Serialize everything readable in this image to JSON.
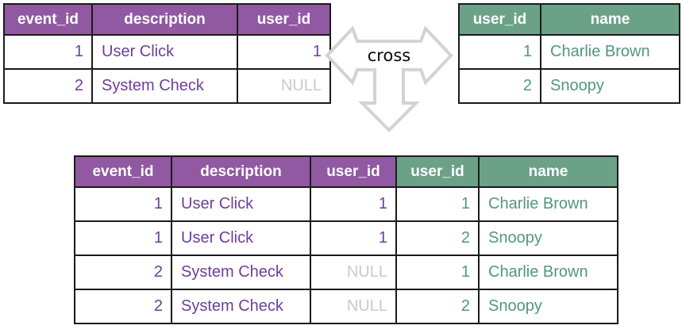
{
  "join_label": "cross",
  "colors": {
    "header_purple": "#9159a1",
    "header_green": "#6ba287",
    "text_purple": "#6c3f99",
    "text_green": "#52987b",
    "null_gray": "#c9c9c9",
    "border": "#1b1b1b",
    "arrow_outline": "#d3d3d3"
  },
  "tables": {
    "events": {
      "headers": [
        "event_id",
        "description",
        "user_id"
      ],
      "rows": [
        [
          "1",
          "User Click",
          "1"
        ],
        [
          "2",
          "System Check",
          "NULL"
        ]
      ]
    },
    "users": {
      "headers": [
        "user_id",
        "name"
      ],
      "rows": [
        [
          "1",
          "Charlie Brown"
        ],
        [
          "2",
          "Snoopy"
        ]
      ]
    },
    "result": {
      "headers": [
        "event_id",
        "description",
        "user_id",
        "user_id",
        "name"
      ],
      "rows": [
        [
          "1",
          "User Click",
          "1",
          "1",
          "Charlie Brown"
        ],
        [
          "1",
          "User Click",
          "1",
          "2",
          "Snoopy"
        ],
        [
          "2",
          "System Check",
          "NULL",
          "1",
          "Charlie Brown"
        ],
        [
          "2",
          "System Check",
          "NULL",
          "2",
          "Snoopy"
        ]
      ]
    }
  }
}
